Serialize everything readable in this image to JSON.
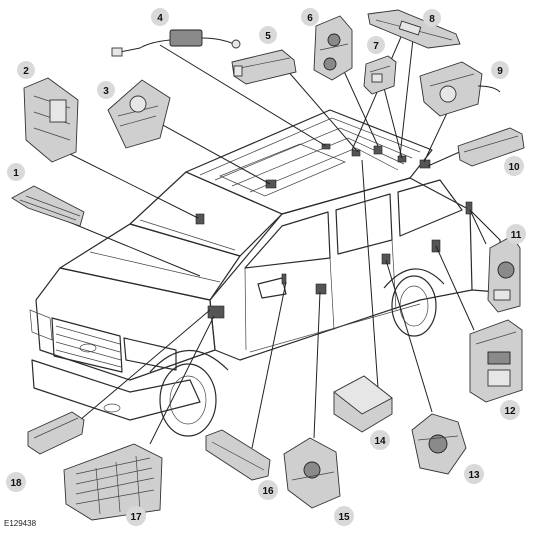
{
  "figure_id": "E129438",
  "callouts": [
    "1",
    "2",
    "3",
    "4",
    "5",
    "6",
    "7",
    "8",
    "9",
    "10",
    "11",
    "12",
    "13",
    "14",
    "15",
    "16",
    "17",
    "18"
  ],
  "colors": {
    "callout_fill": "#d9d9d9",
    "line": "#222222",
    "component": "#cfcfcf"
  }
}
